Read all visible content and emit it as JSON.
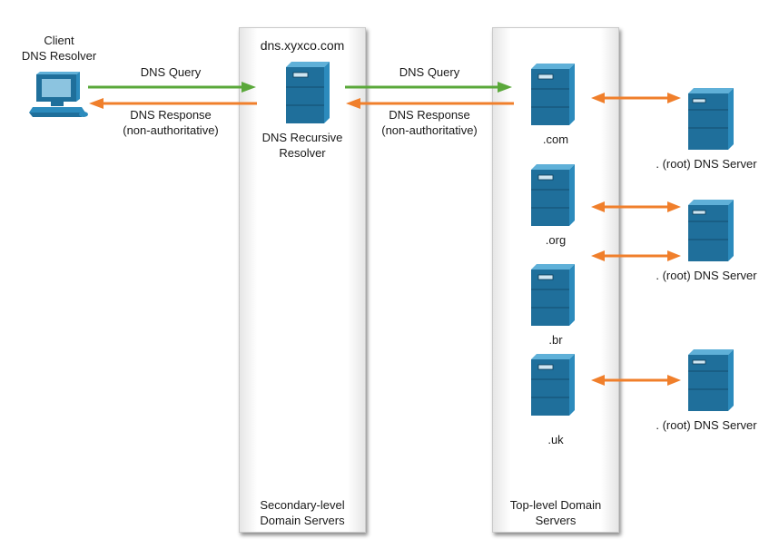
{
  "colors": {
    "query_arrow": "#5aa83a",
    "response_arrow": "#f07f2b",
    "server_face": "#1f6f9b",
    "server_side": "#2c8bbd",
    "server_top": "#5fb0d8",
    "panel_border": "#c9c9c9"
  },
  "client": {
    "label_line1": "Client",
    "label_line2": "DNS Resolver",
    "icon": "desktop-computer-icon"
  },
  "recursive": {
    "hostname": "dns.xyxco.com",
    "label_line1": "DNS Recursive",
    "label_line2": "Resolver",
    "icon": "server-tower-icon"
  },
  "link1": {
    "query": "DNS Query",
    "response_line1": "DNS Response",
    "response_line2": "(non-authoritative)"
  },
  "link2": {
    "query": "DNS Query",
    "response_line1": "DNS Response",
    "response_line2": "(non-authoritative)"
  },
  "secondary_panel": {
    "line1": "Secondary-level",
    "line2": "Domain Servers"
  },
  "tld_panel": {
    "line1": "Top-level Domain",
    "line2": "Servers"
  },
  "tld_servers": [
    {
      "label": ".com"
    },
    {
      "label": ".org"
    },
    {
      "label": ".br"
    },
    {
      "label": ".uk"
    }
  ],
  "root_servers": [
    {
      "label": ". (root) DNS Server"
    },
    {
      "label": ". (root) DNS Server"
    },
    {
      "label": ". (root) DNS Server"
    }
  ]
}
